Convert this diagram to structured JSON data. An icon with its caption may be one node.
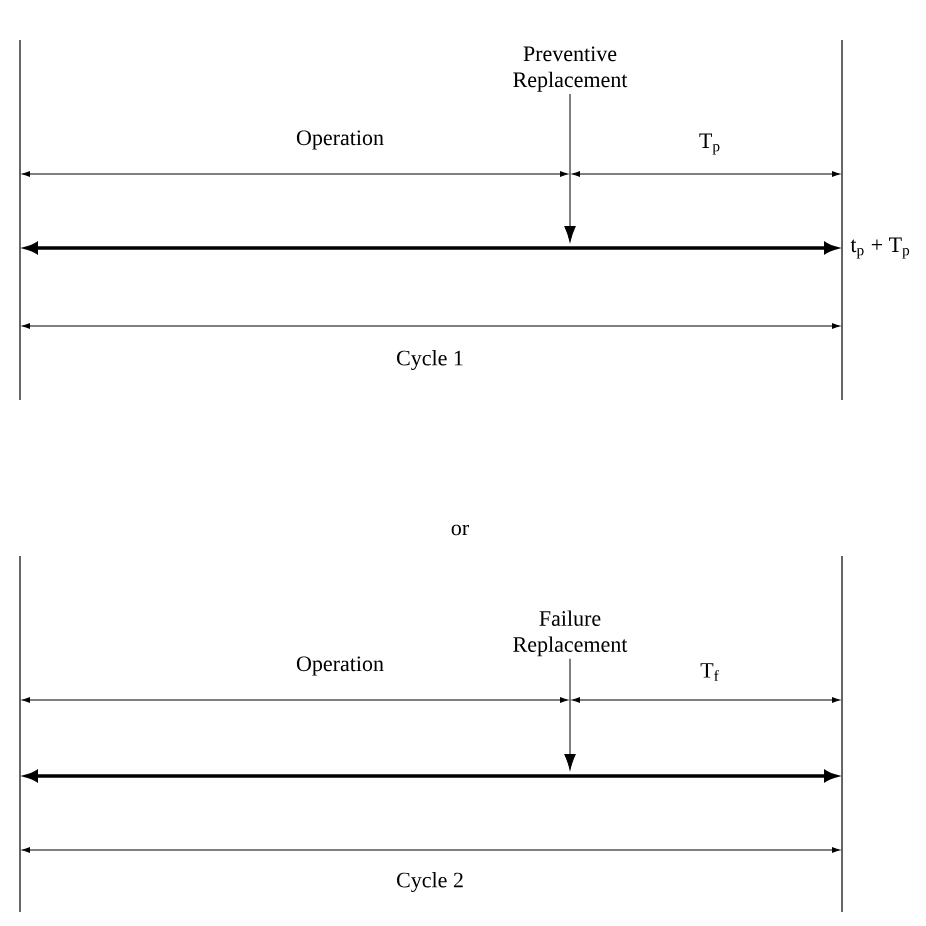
{
  "diagram": {
    "nodes": [
      {
        "text": [
          "Preventive Replacement"
        ]
      },
      {
        "text": [
          "Failure Replacement"
        ]
      }
    ],
    "edges": [
      {
        "from": 0,
        "to": null,
        "arrow": "to"
      },
      {
        "from": 1,
        "to": null,
        "arrow": "to"
      }
    ],
    "labels": [
      "Operation",
      "T$_{p}$",
      "t$_{p}$ + T$_{p}$",
      "Cycle 1",
      "or",
      "Operation",
      "T$_{f}$",
      "Cycle 2"
    ]
  }
}
